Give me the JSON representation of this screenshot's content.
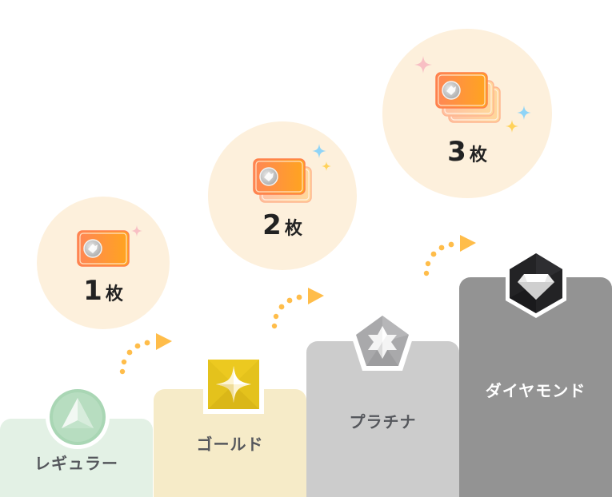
{
  "rewards": [
    {
      "count": "1",
      "unit": "枚",
      "cards": 1
    },
    {
      "count": "2",
      "unit": "枚",
      "cards": 2
    },
    {
      "count": "3",
      "unit": "枚",
      "cards": 3
    }
  ],
  "ranks": [
    {
      "label": "レギュラー",
      "icon": "triangle-gem-icon",
      "color": "#e3f1e5",
      "badge_color": "#a9d6b4"
    },
    {
      "label": "ゴールド",
      "icon": "four-point-star-gem-icon",
      "color": "#f6ebc8",
      "badge_color": "#e4c21c"
    },
    {
      "label": "プラチナ",
      "icon": "six-point-star-gem-icon",
      "color": "#cccccc",
      "badge_color": "#a9a9ab"
    },
    {
      "label": "ダイヤモンド",
      "icon": "diamond-gem-icon",
      "color": "#939393",
      "badge_color": "#232325"
    }
  ],
  "colors": {
    "bubble": "#fdf0dc",
    "arrow": "#ffbd4a",
    "card_start": "#ff8a56",
    "card_end": "#ffa51e",
    "text_dark": "#222222",
    "label_gray": "#55575c"
  }
}
